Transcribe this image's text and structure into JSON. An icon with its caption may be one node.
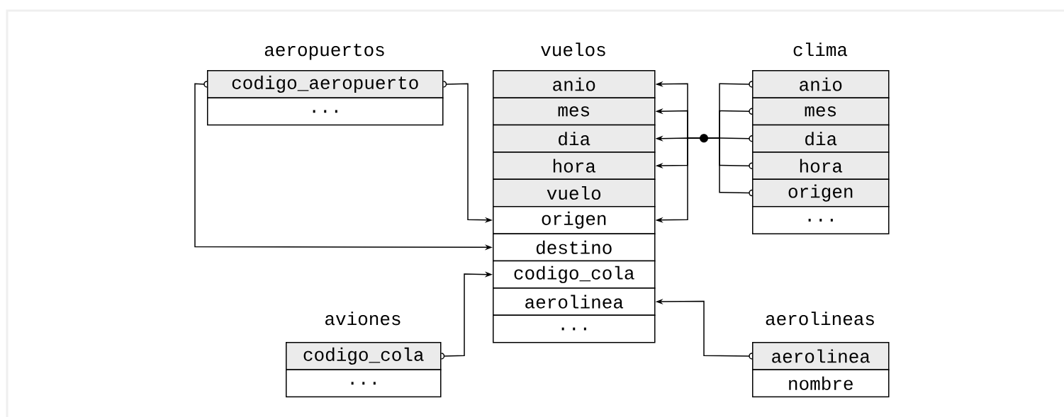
{
  "diagram": {
    "nodes": [
      {
        "text": [
          "aeropuertos"
        ]
      },
      {
        "text": [
          "codigo_aeropuerto"
        ],
        "in": 0
      },
      {
        "text": [
          "..."
        ],
        "in": 0
      },
      {
        "text": [
          "vuelos"
        ]
      },
      {
        "text": [
          "anio"
        ],
        "in": 3
      },
      {
        "text": [
          "mes"
        ],
        "in": 3
      },
      {
        "text": [
          "dia"
        ],
        "in": 3
      },
      {
        "text": [
          "hora"
        ],
        "in": 3
      },
      {
        "text": [
          "vuelo"
        ],
        "in": 3
      },
      {
        "text": [
          "origen"
        ],
        "in": 3
      },
      {
        "text": [
          "destino"
        ],
        "in": 3
      },
      {
        "text": [
          "codigo_cola"
        ],
        "in": 3
      },
      {
        "text": [
          "aerolinea"
        ],
        "in": 3
      },
      {
        "text": [
          "..."
        ],
        "in": 3
      },
      {
        "text": [
          "clima"
        ]
      },
      {
        "text": [
          "anio"
        ],
        "in": 14
      },
      {
        "text": [
          "mes"
        ],
        "in": 14
      },
      {
        "text": [
          "dia"
        ],
        "in": 14
      },
      {
        "text": [
          "hora"
        ],
        "in": 14
      },
      {
        "text": [
          "origen"
        ],
        "in": 14
      },
      {
        "text": [
          "..."
        ],
        "in": 14
      },
      {
        "text": [
          "aviones"
        ]
      },
      {
        "text": [
          "codigo_cola"
        ],
        "in": 21
      },
      {
        "text": [
          "..."
        ],
        "in": 21
      },
      {
        "text": [
          "aerolineas"
        ]
      },
      {
        "text": [
          "aerolinea"
        ],
        "in": 24
      },
      {
        "text": [
          "nombre"
        ],
        "in": 24
      }
    ],
    "edges": [
      {
        "from": 1,
        "to": 9,
        "arrow": "to"
      },
      {
        "from": 1,
        "to": 10,
        "arrow": "to"
      },
      {
        "from": 22,
        "to": 11,
        "arrow": "to"
      },
      {
        "from": 25,
        "to": 12,
        "arrow": "to"
      },
      {
        "from": 15,
        "to": 4,
        "arrow": "to"
      },
      {
        "from": 16,
        "to": 5,
        "arrow": "to"
      },
      {
        "from": 17,
        "to": 6,
        "arrow": "to"
      },
      {
        "from": 18,
        "to": 7,
        "arrow": "to"
      },
      {
        "from": 19,
        "to": 9,
        "arrow": "to"
      }
    ]
  }
}
